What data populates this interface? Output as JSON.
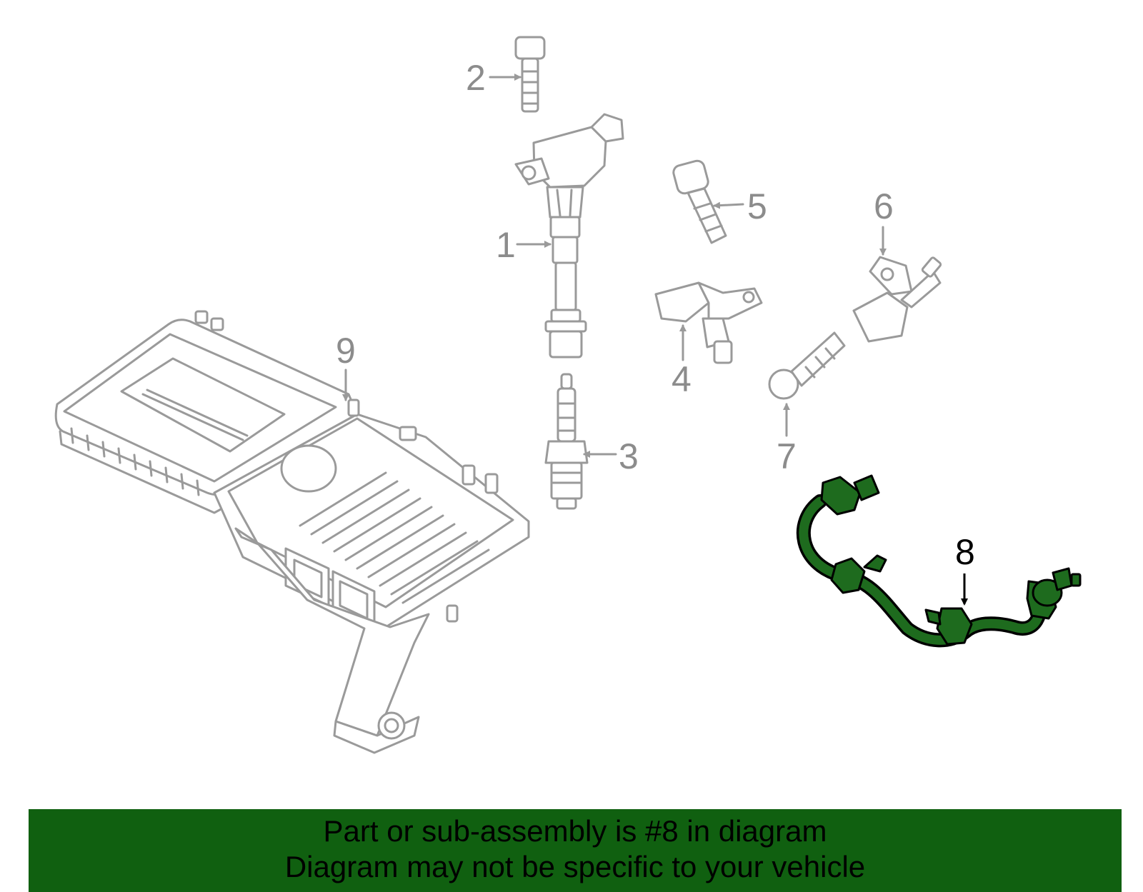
{
  "colors": {
    "banner_background": "#106010",
    "highlight_part": "#1e6b1e",
    "other_parts": "#9a9a9a"
  },
  "callouts": {
    "c1": "1",
    "c2": "2",
    "c3": "3",
    "c4": "4",
    "c5": "5",
    "c6": "6",
    "c7": "7",
    "c8": "8",
    "c9": "9"
  },
  "highlighted_callout": "8",
  "banner": {
    "line1": "Part or sub-assembly is #8 in diagram",
    "line2": "Diagram may not be specific to your vehicle"
  }
}
